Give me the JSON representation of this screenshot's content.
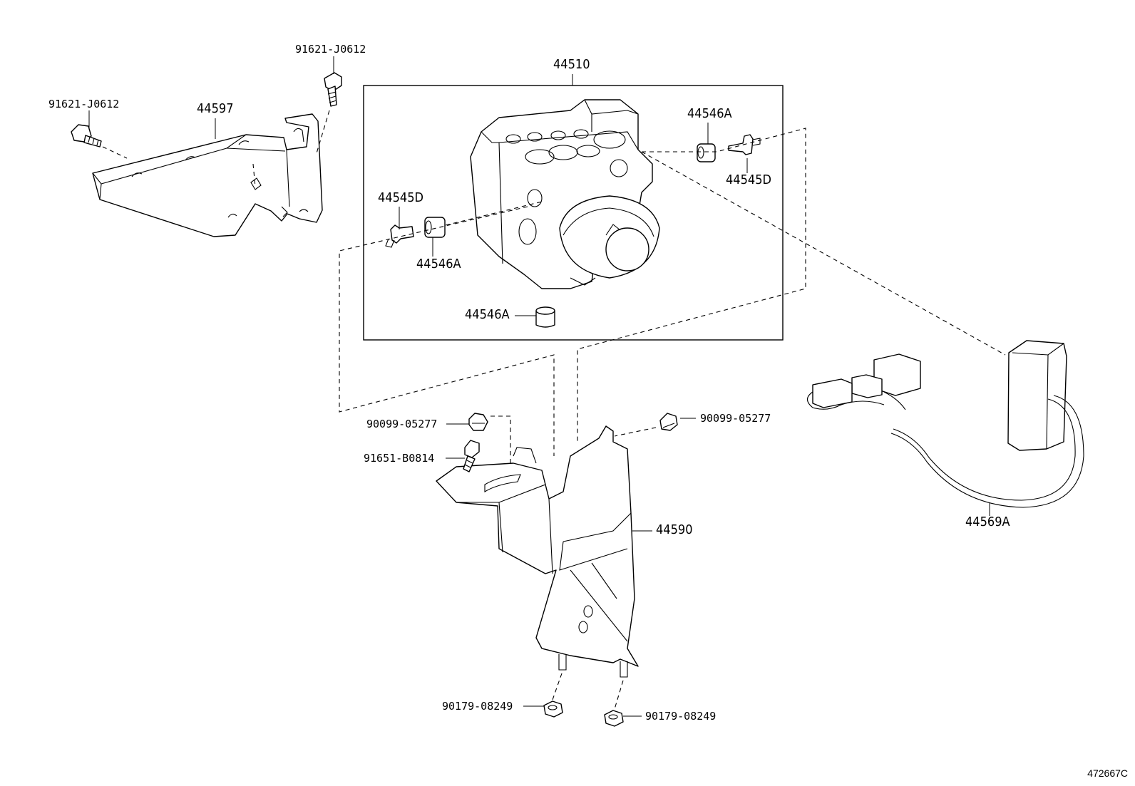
{
  "diagram_id": "472667C",
  "labels": {
    "bolt_top": "91621-J0612",
    "bolt_left": "91621-J0612",
    "bracket_upper": "44597",
    "actuator_assy": "44510",
    "cushion_top_right": "44546A",
    "stud_right": "44545D",
    "stud_left": "44545D",
    "cushion_left": "44546A",
    "cushion_bottom": "44546A",
    "nut_left": "90099-05277",
    "nut_right": "90099-05277",
    "bolt_bracket": "91651-B0814",
    "bracket_lower": "44590",
    "harness": "44569A",
    "nut_bottom_left": "90179-08249",
    "nut_bottom_right": "90179-08249"
  }
}
